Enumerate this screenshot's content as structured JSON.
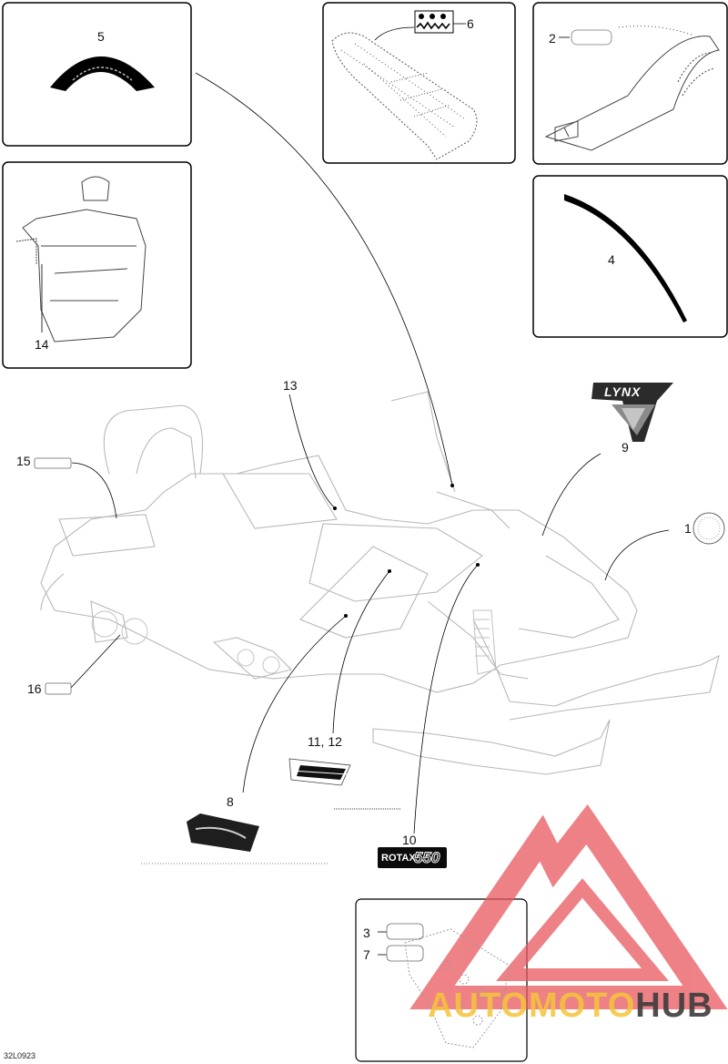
{
  "callouts": {
    "c1": "1",
    "c2": "2",
    "c3": "3",
    "c4": "4",
    "c5": "5",
    "c6": "6",
    "c7": "7",
    "c8": "8",
    "c9": "9",
    "c10": "10",
    "c11_12": "11, 12",
    "c13": "13",
    "c14": "14",
    "c15": "15",
    "c16": "16"
  },
  "decals": {
    "brand_logo": "LYNX",
    "engine_left": "ROTAX",
    "engine_right": "550"
  },
  "reference": "32L0923",
  "watermark": {
    "part1": "AUTOMOTO",
    "part2": "HUB"
  }
}
